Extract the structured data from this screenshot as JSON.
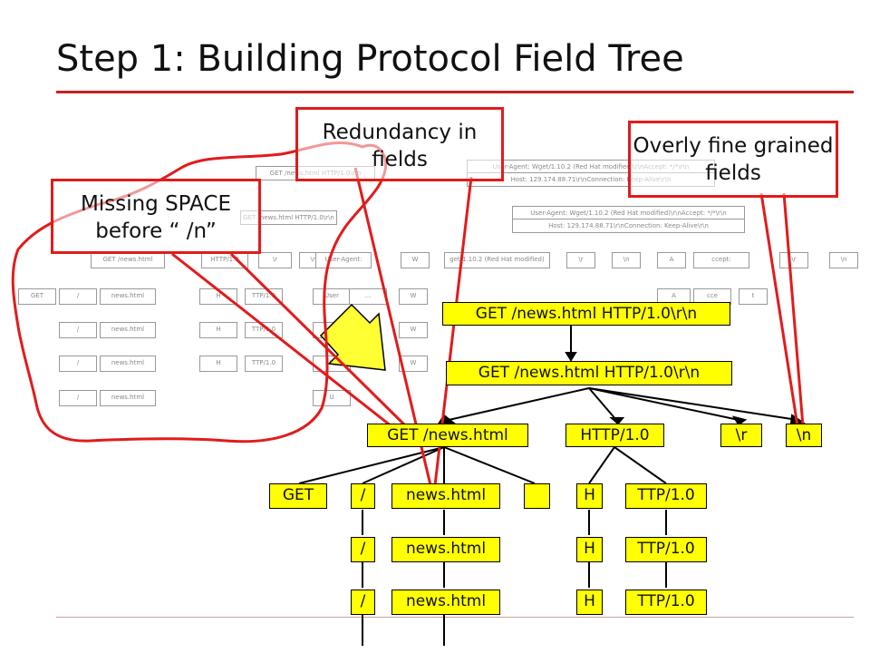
{
  "title": "Step 1: Building Protocol Field Tree",
  "callouts": {
    "redundancy": "Redundancy in fields",
    "overly_fine": "Overly fine grained fields",
    "missing_space": "Missing SPACE before “ /n”"
  },
  "tree": {
    "root": "GET /news.html HTTP/1.0\\r\\n",
    "level1": "GET /news.html HTTP/1.0\\r\\n",
    "children": [
      "GET /news.html",
      "HTTP/1.0",
      "\\r",
      "\\n"
    ],
    "get_subfields": [
      "GET",
      "/",
      "news.html",
      ""
    ],
    "http_subfields": [
      "H",
      "TTP/1.0"
    ],
    "repeat_rows": [
      {
        "slash": "/",
        "file": "news.html",
        "h": "H",
        "ttp": "TTP/1.0"
      },
      {
        "slash": "/",
        "file": "news.html",
        "h": "H",
        "ttp": "TTP/1.0"
      }
    ]
  },
  "background_tree": {
    "nodes": [
      "GET /news.html HTTP/1.0\\r\\n",
      "GET /news.html HTTP/1.0\\r\\n",
      "User-Agent: Wget/1.10.2 (Red Hat modified)\\r\\nAccept: */*\\r\\n",
      "Host: 129.174.88.71\\r\\nConnection: Keep-Alive\\r\\n",
      "User-Agent: Wget/1.10.2 (Red Hat modified)\\r\\nAccept: */*\\r\\n",
      "Host: 129.174.88.71\\r\\nConnection: Keep-Alive\\r\\n",
      "GET /news.html",
      "HTTP/1.0",
      "\\r",
      "\\n",
      "User-Agent:",
      "W",
      "get/1.10.2 (Red Hat modified)",
      "\\r",
      "\\n",
      "A",
      "ccept:",
      "\\r",
      "\\n",
      "GET",
      "/",
      "news.html",
      "H",
      "TTP/1.0",
      "User",
      "...",
      "W",
      "A",
      "cce",
      "t",
      "/",
      "news.html",
      "H",
      "TTP/1.0",
      "U",
      "W",
      "/",
      "news.html",
      "H",
      "TTP/1.0",
      "U",
      "W",
      "/",
      "news.html",
      "U"
    ]
  },
  "colors": {
    "node_fill": "#ffff00",
    "callout_border": "#e21b1b",
    "title_rule": "#cc1f1f",
    "arrow": "#ffff33"
  }
}
